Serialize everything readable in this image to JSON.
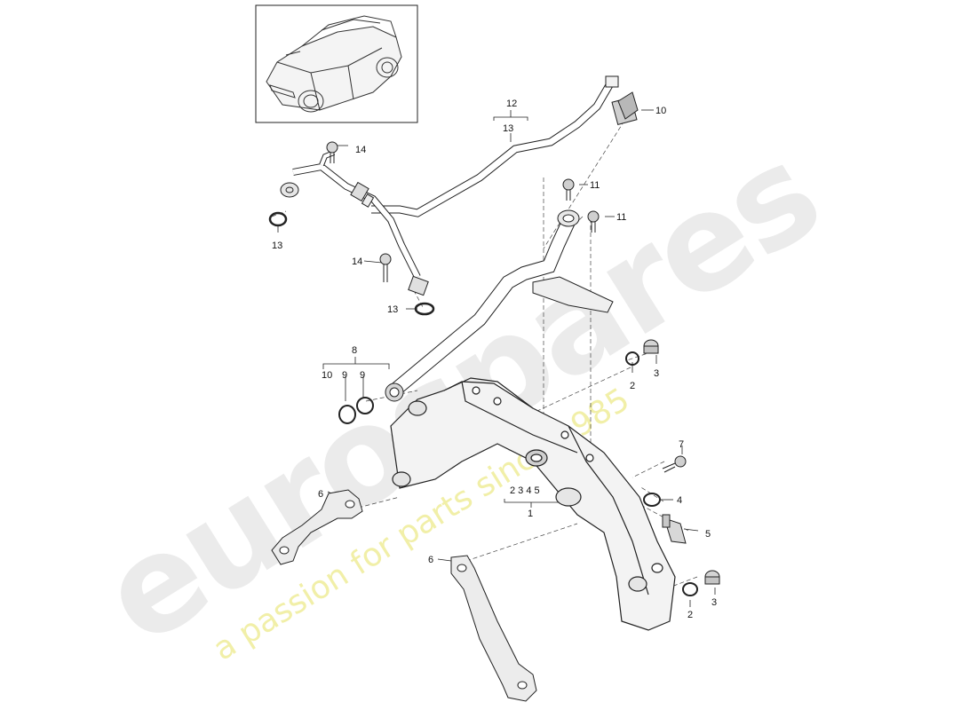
{
  "watermark": {
    "logo_text": "eurospares",
    "tagline": "a passion for parts since 1985",
    "logo_color": "#e6e6e6",
    "tagline_color": "#eeec98"
  },
  "thumbnail": {
    "subject": "suv-vehicle-overview"
  },
  "callouts": {
    "c1": "1",
    "c2a": "2",
    "c2b": "2",
    "c3a": "3",
    "c3b": "3",
    "c4": "4",
    "c5": "5",
    "c6a": "6",
    "c6b": "6",
    "c7": "7",
    "c8": "8",
    "c9a": "9",
    "c9b": "9",
    "c10a": "10",
    "c10b": "10",
    "c11a": "11",
    "c11b": "11",
    "c12": "12",
    "c13a": "13",
    "c13b": "13",
    "c13c": "13",
    "c14a": "14",
    "c14b": "14",
    "group1_members": "2 3 4 5"
  }
}
